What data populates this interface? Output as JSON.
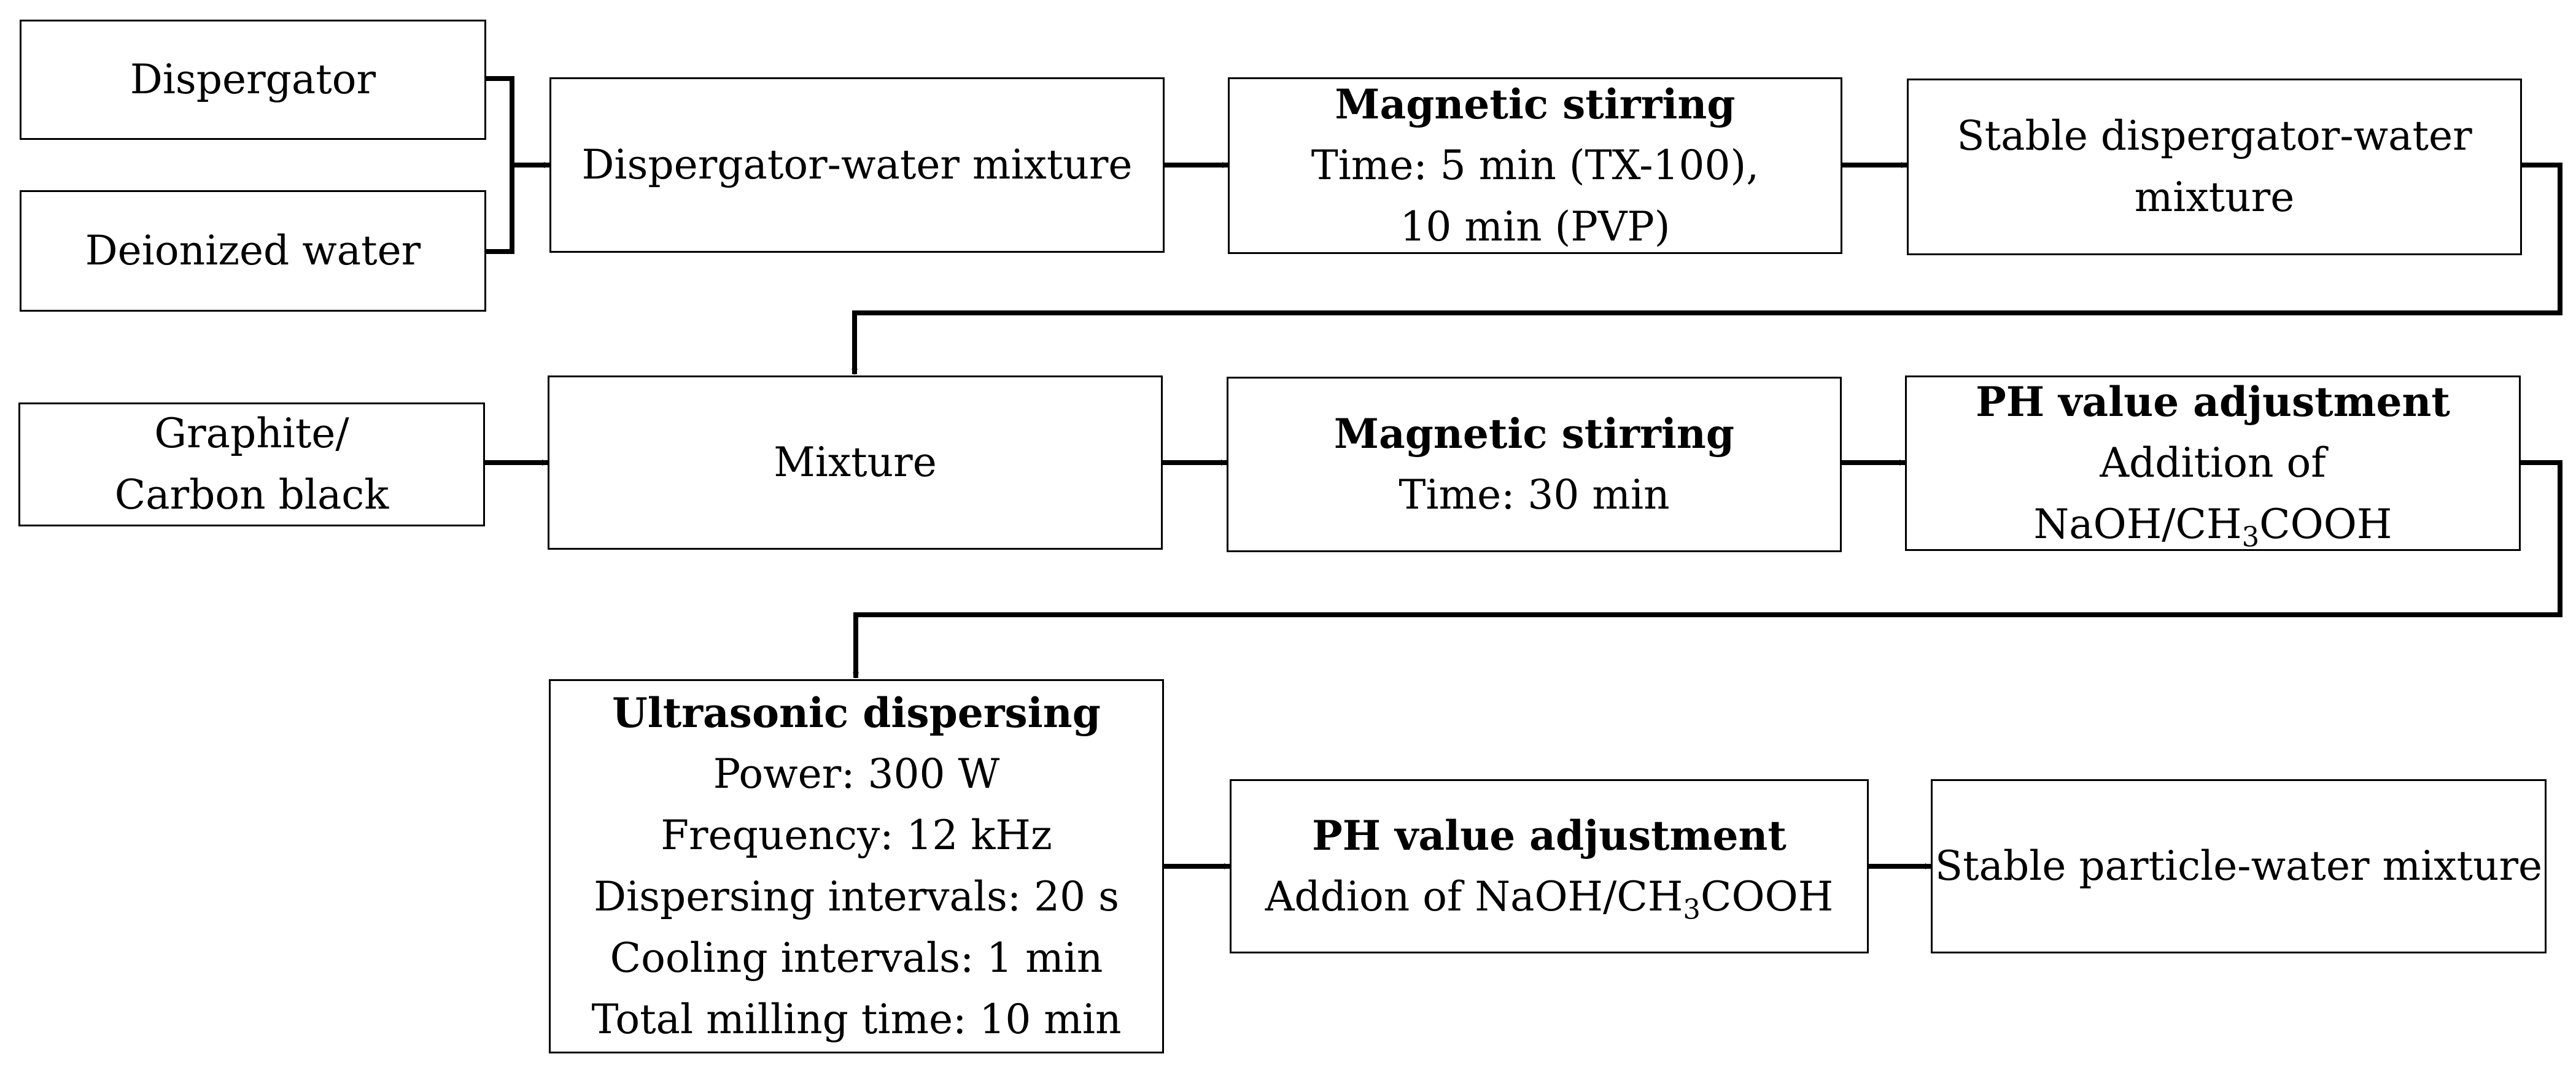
{
  "colors": {
    "line": "#000000",
    "box_border": "#000000",
    "background": "#ffffff"
  },
  "row1": {
    "dispergator": "Dispergator",
    "deionized_water": "Deionized water",
    "dispergator_water_mixture": "Dispergator-water mixture",
    "magnetic_stirring_1": {
      "title": "Magnetic stirring",
      "line1": "Time: 5 min (TX-100),",
      "line2": "10 min (PVP)"
    },
    "stable_dispergator_water_mixture": {
      "line1": "Stable dispergator-water",
      "line2": "mixture"
    }
  },
  "row2": {
    "graphite_carbon_black": {
      "line1": "Graphite/",
      "line2": "Carbon black"
    },
    "mixture": "Mixture",
    "magnetic_stirring_2": {
      "title": "Magnetic stirring",
      "line1": "Time: 30 min"
    },
    "ph_adjustment_1": {
      "title": "PH value adjustment",
      "line1": "Addition of",
      "line2_pre": "NaOH/CH",
      "line2_sub": "3",
      "line2_post": "COOH"
    }
  },
  "row3": {
    "ultrasonic_dispersing": {
      "title": "Ultrasonic dispersing",
      "power": "Power: 300 W",
      "frequency": "Frequency: 12 kHz",
      "dispersing_intervals": "Dispersing intervals: 20 s",
      "cooling_intervals": "Cooling intervals: 1 min",
      "total_milling_time": "Total milling time: 10 min"
    },
    "ph_adjustment_2": {
      "title": "PH value adjustment",
      "line1_pre": "Addion of NaOH/CH",
      "line1_sub": "3",
      "line1_post": "COOH"
    },
    "stable_particle_water_mixture": "Stable particle-water mixture"
  }
}
